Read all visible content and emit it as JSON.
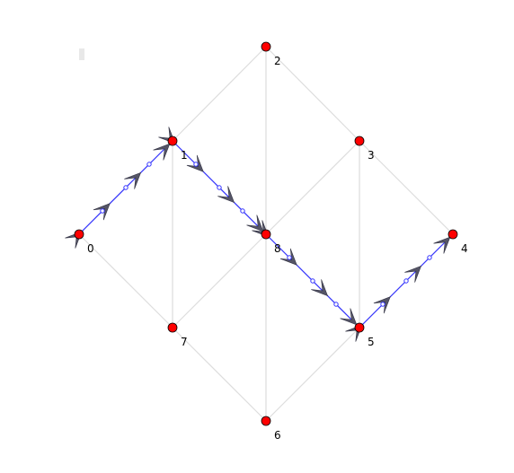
{
  "graph": {
    "nodes": [
      {
        "id": "0",
        "label": "0"
      },
      {
        "id": "1",
        "label": "1"
      },
      {
        "id": "2",
        "label": "2"
      },
      {
        "id": "3",
        "label": "3"
      },
      {
        "id": "4",
        "label": "4"
      },
      {
        "id": "5",
        "label": "5"
      },
      {
        "id": "6",
        "label": "6"
      },
      {
        "id": "7",
        "label": "7"
      },
      {
        "id": "8",
        "label": "8"
      }
    ],
    "edges": [
      [
        "0",
        "1"
      ],
      [
        "0",
        "7"
      ],
      [
        "1",
        "2"
      ],
      [
        "1",
        "7"
      ],
      [
        "1",
        "8"
      ],
      [
        "2",
        "3"
      ],
      [
        "2",
        "8"
      ],
      [
        "3",
        "4"
      ],
      [
        "3",
        "5"
      ],
      [
        "3",
        "8"
      ],
      [
        "4",
        "5"
      ],
      [
        "5",
        "6"
      ],
      [
        "5",
        "8"
      ],
      [
        "6",
        "7"
      ],
      [
        "6",
        "8"
      ],
      [
        "7",
        "8"
      ]
    ],
    "path": [
      "0",
      "1",
      "8",
      "5",
      "4"
    ],
    "colors": {
      "node_fill": "#ff0000",
      "node_stroke": "#000000",
      "edge": "#dddddd",
      "path": "#3333ff",
      "arrow": "#555566"
    }
  }
}
